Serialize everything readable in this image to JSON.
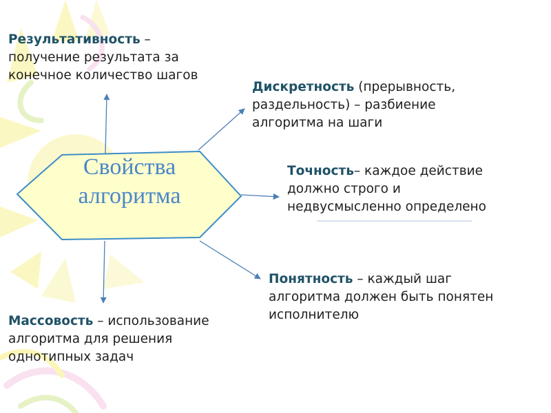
{
  "center": {
    "line1": "Свойства",
    "line2": "алгоритма"
  },
  "properties": [
    {
      "term": "Результативность",
      "rest1": " –",
      "line2": "получение результата за",
      "line3": "конечное количество шагов"
    },
    {
      "term": "Дискретность",
      "rest1": " (прерывность,",
      "line2": "раздельность) – разбиение",
      "line3": "алгоритма на шаги"
    },
    {
      "term": "Точность",
      "rest1": "– каждое действие",
      "line2": "должно строго и",
      "line3": "недвусмысленно определено"
    },
    {
      "term": "Понятность",
      "rest1": " – каждый шаг",
      "line2": "алгоритма должен быть понятен",
      "line3": "исполнителю"
    },
    {
      "term": "Массовость",
      "rest1": " – использование",
      "line2": "алгоритма для решения",
      "line3": "однотипных задач"
    }
  ],
  "colors": {
    "hexagon_fill": "#ffffcc",
    "hexagon_stroke": "#3c8cc8",
    "title_text": "#4a86c8",
    "term_text": "#1f5266",
    "arrow": "#4a7fb5",
    "decor_yellow": "#fbf6b8",
    "decor_pink": "#f9e1ef",
    "decor_green": "#e6f2c6"
  }
}
